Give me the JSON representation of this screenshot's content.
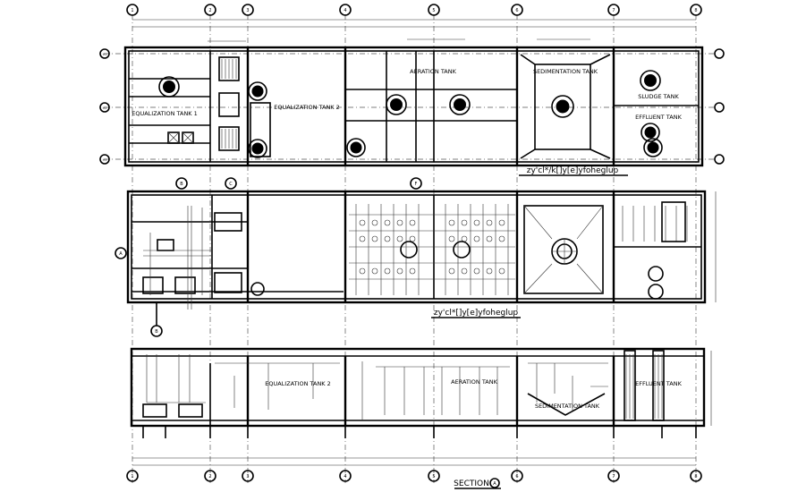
{
  "plans": {
    "top_plan": {
      "grid_letters": [
        "H1",
        "H2",
        "H3"
      ],
      "tanks": [
        {
          "id": "equalization-1",
          "label": "EQUALIZATION TANK 1"
        },
        {
          "id": "equalization-2",
          "label": "EQUALIZATION TANK 2"
        },
        {
          "id": "aeration",
          "label": "AERATION TANK"
        },
        {
          "id": "sedimentation",
          "label": "SEDIMENTATION TANK"
        },
        {
          "id": "sludge",
          "label": "SLUDGE TANK"
        },
        {
          "id": "effluent",
          "label": "EFFLUENT TANK"
        }
      ],
      "title": "zy'cl*/k[]y[e]yfoheglup"
    },
    "middle_plan": {
      "callouts": [
        "B",
        "C",
        "F",
        "A",
        "B"
      ],
      "title": "zy'cl*[]y[e]yfoheglup"
    }
  },
  "section": {
    "tanks": [
      {
        "id": "equalization-2",
        "label": "EQUALIZATION TANK 2"
      },
      {
        "id": "aeration",
        "label": "AERATION TANK"
      },
      {
        "id": "sedimentation",
        "label": "SEDIMENTATION TANK"
      },
      {
        "id": "effluent",
        "label": "EFFLUENT TANK"
      }
    ],
    "title": "SECTION",
    "title_marker": "A"
  },
  "grid_numbers": [
    "1",
    "2",
    "3",
    "4",
    "5",
    "6",
    "7",
    "8"
  ]
}
